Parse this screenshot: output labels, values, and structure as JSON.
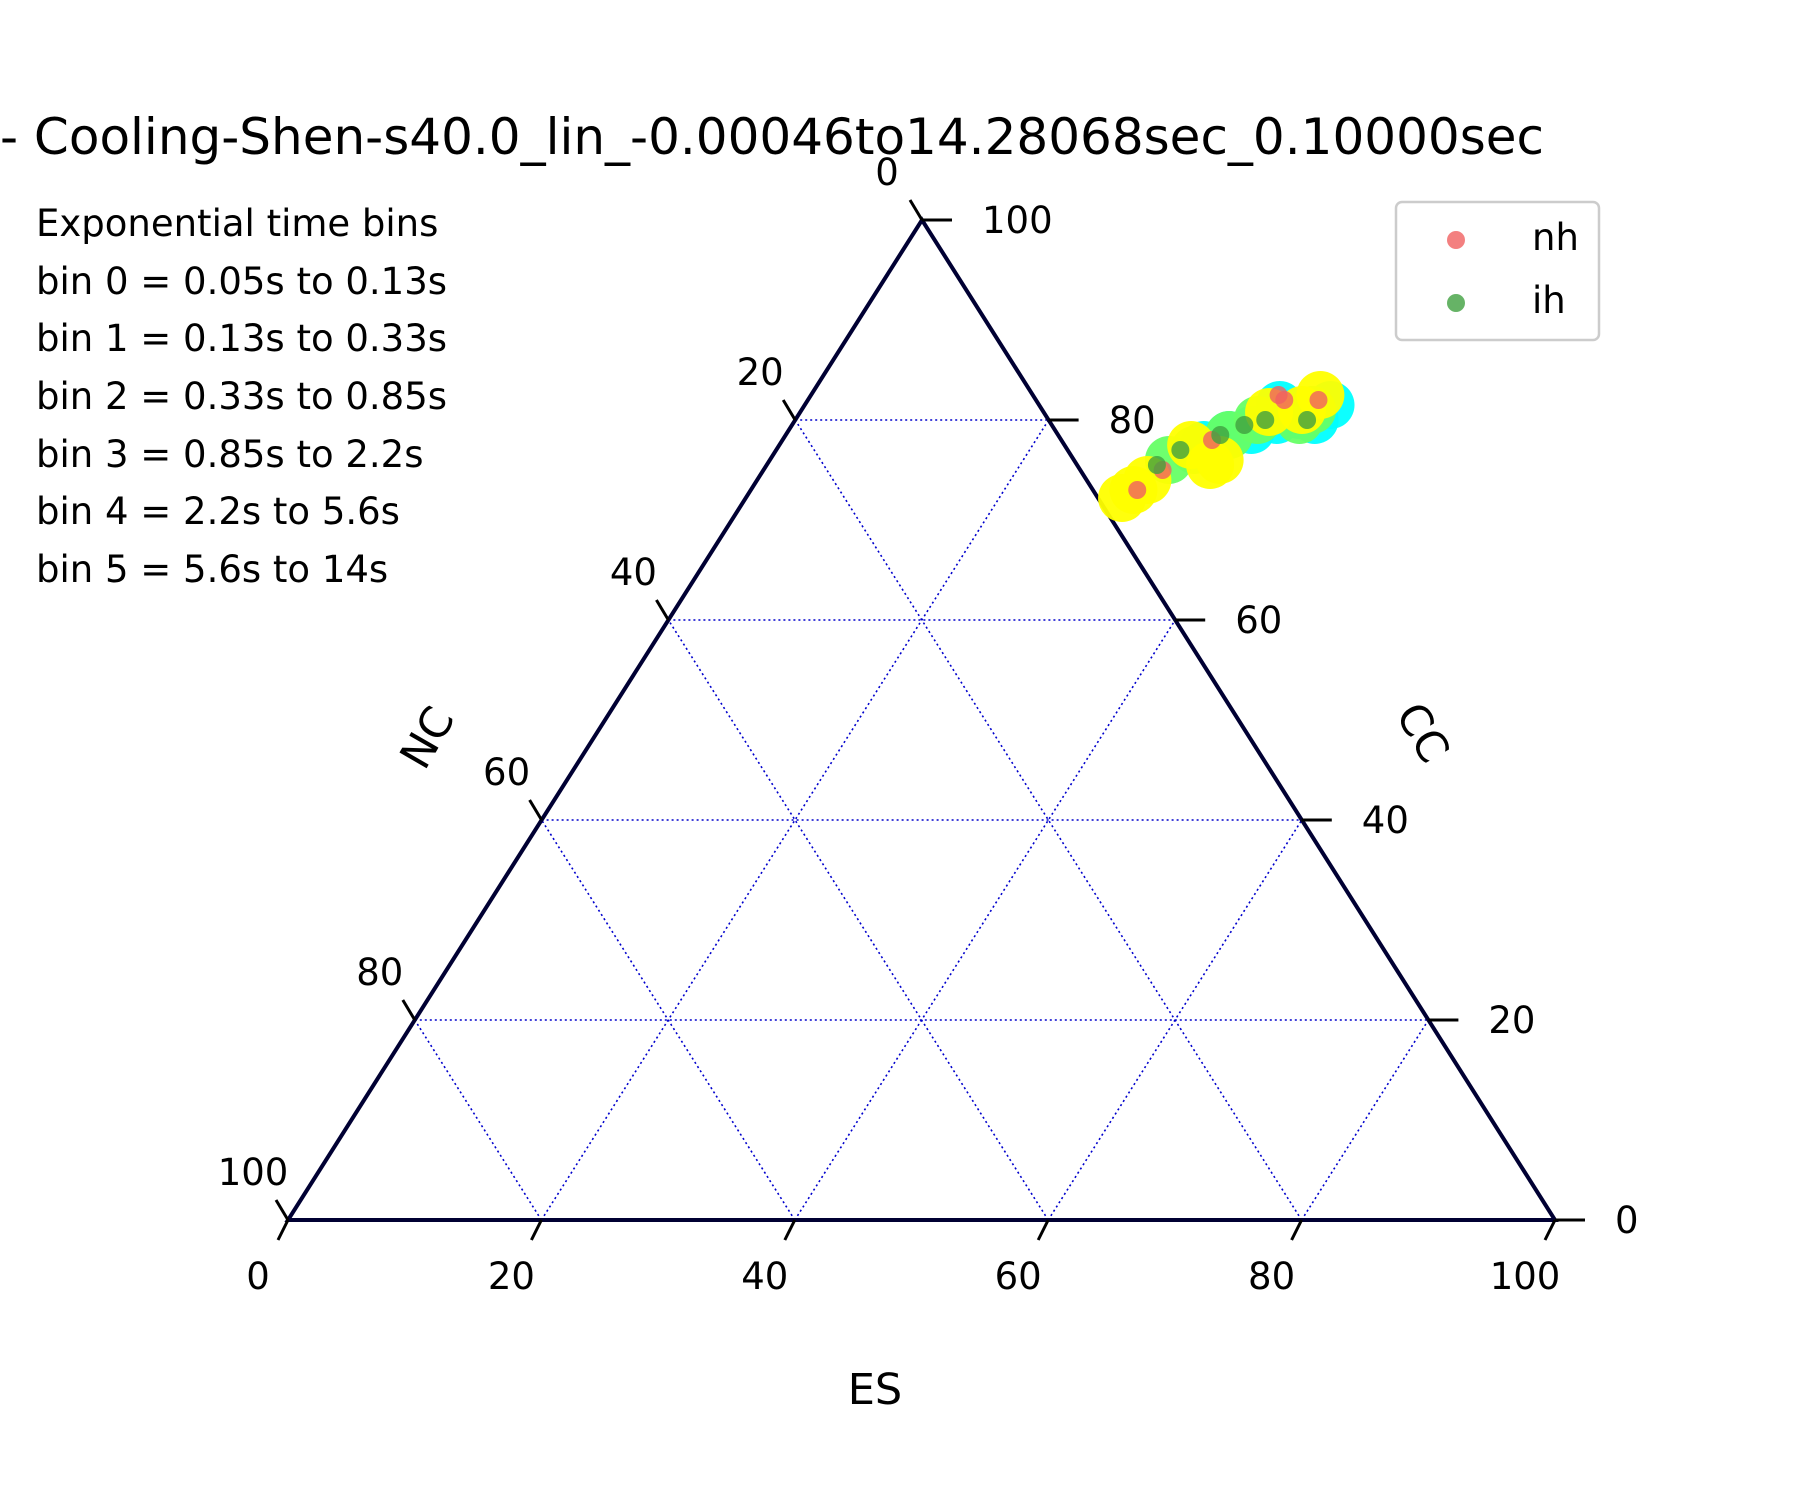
{
  "chart_data": {
    "type": "scatter",
    "subtype": "ternary",
    "title": "- Cooling-Shen-s40.0_lin_-0.00046to14.28068sec_0.10000sec",
    "annotation_lines": [
      "Exponential time bins",
      "bin 0 = 0.05s to 0.13s",
      "bin 1 = 0.13s to 0.33s",
      "bin 2 = 0.33s to 0.85s",
      "bin 3 = 0.85s to 2.2s",
      "bin 4 = 2.2s to 5.6s",
      "bin 5 = 5.6s to 14s"
    ],
    "axes": {
      "bottom": {
        "label": "ES",
        "ticks": [
          "0",
          "20",
          "40",
          "60",
          "80",
          "100"
        ]
      },
      "right": {
        "label": "CC",
        "ticks": [
          "0",
          "20",
          "40",
          "60",
          "80",
          "100"
        ]
      },
      "left": {
        "label": "NC",
        "ticks": [
          "0",
          "20",
          "40",
          "60",
          "80",
          "100"
        ]
      }
    },
    "grid": true,
    "grid_color": "#0000cc",
    "legend": {
      "position": "top-right",
      "entries": [
        {
          "name": "nh",
          "color": "#f06060"
        },
        {
          "name": "ih",
          "color": "#40a040"
        }
      ]
    },
    "series": [
      {
        "name": "nh",
        "color": "#f06060",
        "points": [
          {
            "ES": 36.9,
            "CC": 82.5,
            "NC": -19.4
          },
          {
            "ES": 37.6,
            "CC": 82.0,
            "NC": -19.6
          },
          {
            "ES": 40.3,
            "CC": 82.0,
            "NC": -22.3
          },
          {
            "ES": 33.9,
            "CC": 78.0,
            "NC": -11.9
          },
          {
            "ES": 31.5,
            "CC": 75.0,
            "NC": -6.5
          },
          {
            "ES": 30.5,
            "CC": 73.0,
            "NC": -3.5
          }
        ]
      },
      {
        "name": "ih",
        "color": "#40a040",
        "points": [
          {
            "ES": 40.4,
            "CC": 80.0,
            "NC": -20.4
          },
          {
            "ES": 37.1,
            "CC": 80.0,
            "NC": -17.1
          },
          {
            "ES": 35.7,
            "CC": 79.5,
            "NC": -15.2
          },
          {
            "ES": 34.3,
            "CC": 78.5,
            "NC": -12.8
          },
          {
            "ES": 31.9,
            "CC": 77.0,
            "NC": -8.9
          },
          {
            "ES": 30.8,
            "CC": 75.5,
            "NC": -6.3
          }
        ]
      }
    ],
    "density_clouds": [
      {
        "name": "cyan",
        "color": "#00ffff",
        "points": [
          [
            37.5,
            81.5
          ],
          [
            38,
            80
          ],
          [
            39.5,
            80.5
          ],
          [
            41,
            80
          ],
          [
            41.5,
            81.5
          ],
          [
            36.5,
            79
          ],
          [
            35,
            78.5
          ],
          [
            33.5,
            77.5
          ]
        ]
      },
      {
        "name": "lime",
        "color": "#66ff66",
        "points": [
          [
            40.3,
            81
          ],
          [
            39.8,
            80
          ],
          [
            36.5,
            80
          ],
          [
            35,
            78.5
          ],
          [
            33,
            77
          ],
          [
            31.5,
            76
          ]
        ]
      },
      {
        "name": "yellow",
        "color": "#ffff00",
        "points": [
          [
            40.2,
            82.5
          ],
          [
            39.5,
            81
          ],
          [
            37,
            80.8
          ],
          [
            35.5,
            76
          ],
          [
            35,
            75.5
          ],
          [
            32.5,
            77.5
          ],
          [
            30.2,
            73
          ],
          [
            29.7,
            72.2
          ],
          [
            30.8,
            74
          ]
        ]
      }
    ]
  }
}
